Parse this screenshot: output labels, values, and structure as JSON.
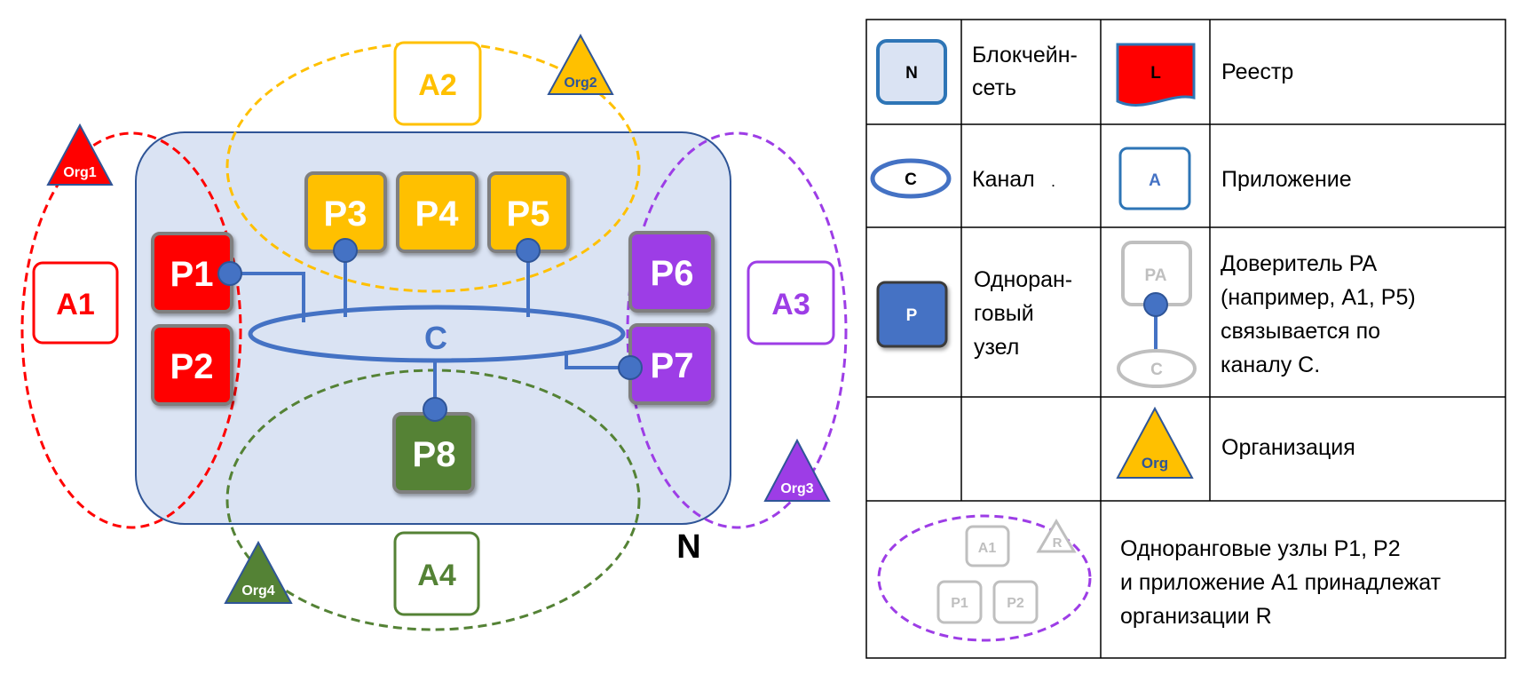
{
  "network": {
    "label": "N",
    "channel_label": "C",
    "peers": [
      {
        "id": "p1",
        "label": "P1",
        "color": "#ff0000"
      },
      {
        "id": "p2",
        "label": "P2",
        "color": "#ff0000"
      },
      {
        "id": "p3",
        "label": "P3",
        "color": "#ffc000"
      },
      {
        "id": "p4",
        "label": "P4",
        "color": "#ffc000"
      },
      {
        "id": "p5",
        "label": "P5",
        "color": "#ffc000"
      },
      {
        "id": "p6",
        "label": "P6",
        "color": "#9d3de6"
      },
      {
        "id": "p7",
        "label": "P7",
        "color": "#9d3de6"
      },
      {
        "id": "p8",
        "label": "P8",
        "color": "#548235"
      }
    ],
    "apps": [
      {
        "id": "a1",
        "label": "A1",
        "color": "#ff0000"
      },
      {
        "id": "a2",
        "label": "A2",
        "color": "#ffc000"
      },
      {
        "id": "a3",
        "label": "A3",
        "color": "#9d3de6"
      },
      {
        "id": "a4",
        "label": "A4",
        "color": "#548235"
      }
    ],
    "orgs": [
      {
        "id": "org1",
        "label": "Org1",
        "color": "#ff0000"
      },
      {
        "id": "org2",
        "label": "Org2",
        "color": "#ffc000"
      },
      {
        "id": "org3",
        "label": "Org3",
        "color": "#9d3de6"
      },
      {
        "id": "org4",
        "label": "Org4",
        "color": "#548235"
      }
    ]
  },
  "legend": {
    "network_icon": "N",
    "network_text_line1": "Блокчейн-",
    "network_text_line2": "сеть",
    "ledger_icon": "L",
    "ledger_text": "Реестр",
    "channel_icon": "C",
    "channel_text": "Канал",
    "channel_text_dot": ".",
    "app_icon": "A",
    "app_text": "Приложение",
    "peer_icon": "P",
    "peer_text_line1": "Одноран-",
    "peer_text_line2": "говый",
    "peer_text_line3": "узел",
    "principal_icon_pa": "PA",
    "principal_icon_c": "C",
    "principal_text_line1": "Доверитель PA",
    "principal_text_line2": "(например, A1, P5)",
    "principal_text_line3": "связывается по",
    "principal_text_line4": "каналу C.",
    "org_icon": "Org",
    "org_text": "Организация",
    "example_a1": "A1",
    "example_r": "R",
    "example_p1": "P1",
    "example_p2": "P2",
    "example_text_line1": "Одноранговые узлы P1, P2",
    "example_text_line2": "и приложение A1 принадлежат",
    "example_text_line3": "организации R"
  },
  "colors": {
    "network_fill": "#dae3f3",
    "network_stroke": "#2f5597",
    "channel_blue": "#4472c4",
    "peer_border": "#7f7f7f",
    "ledger_red": "#ff0000",
    "gray": "#bfbfbf"
  }
}
